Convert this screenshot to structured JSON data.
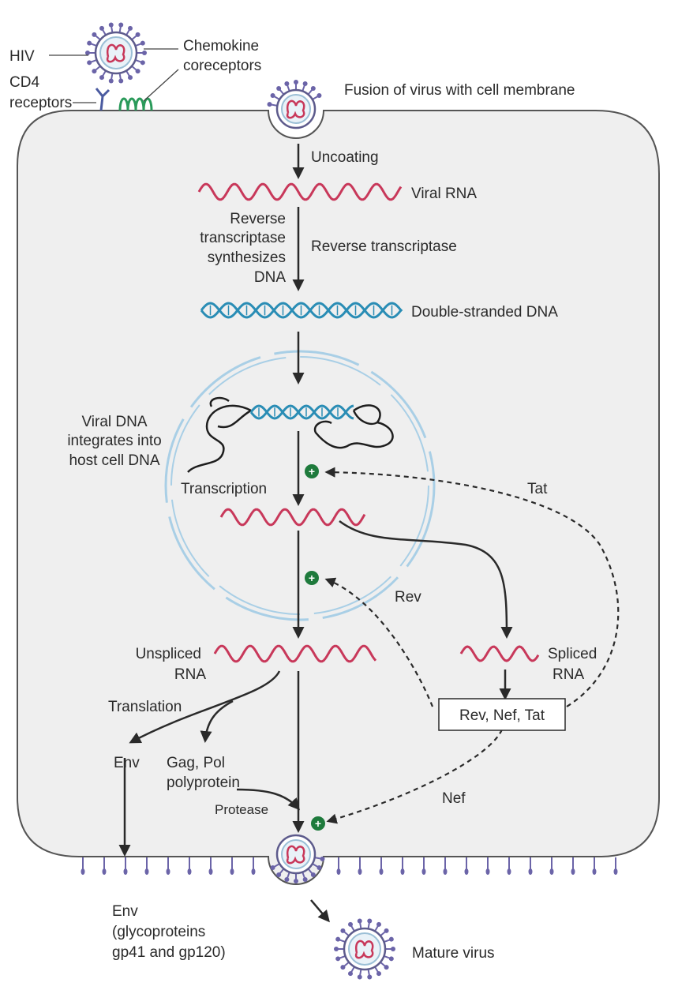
{
  "labels": {
    "hiv": "HIV",
    "chemokine_1": "Chemokine",
    "chemokine_2": "coreceptors",
    "cd4_1": "CD4",
    "cd4_2": "receptors",
    "fusion": "Fusion of virus with cell membrane",
    "uncoating": "Uncoating",
    "viral_rna": "Viral RNA",
    "rt_left_1": "Reverse",
    "rt_left_2": "transcriptase",
    "rt_left_3": "synthesizes",
    "rt_left_4": "DNA",
    "rt_right": "Reverse transcriptase",
    "dsdna": "Double-stranded DNA",
    "integrate_1": "Viral DNA",
    "integrate_2": "integrates into",
    "integrate_3": "host cell DNA",
    "transcription": "Transcription",
    "tat": "Tat",
    "rev": "Rev",
    "unspliced_1": "Unspliced",
    "unspliced_2": "RNA",
    "spliced_1": "Spliced",
    "spliced_2": "RNA",
    "proteins_box": "Rev, Nef, Tat",
    "translation": "Translation",
    "env": "Env",
    "gagpol_1": "Gag, Pol",
    "gagpol_2": "polyprotein",
    "protease": "Protease",
    "nef": "Nef",
    "env_bottom_1": "Env",
    "env_bottom_2": "(glycoproteins",
    "env_bottom_3": "gp41 and gp120)",
    "mature": "Mature virus"
  },
  "colors": {
    "rna": "#c8385a",
    "dna": "#2a8db5",
    "nucleus": "#a9cfe6",
    "cell_fill": "#efefef",
    "cell_stroke": "#555555",
    "spike": "#6b64a8",
    "plus": "#1e7a3c"
  },
  "plus_symbol": "+"
}
